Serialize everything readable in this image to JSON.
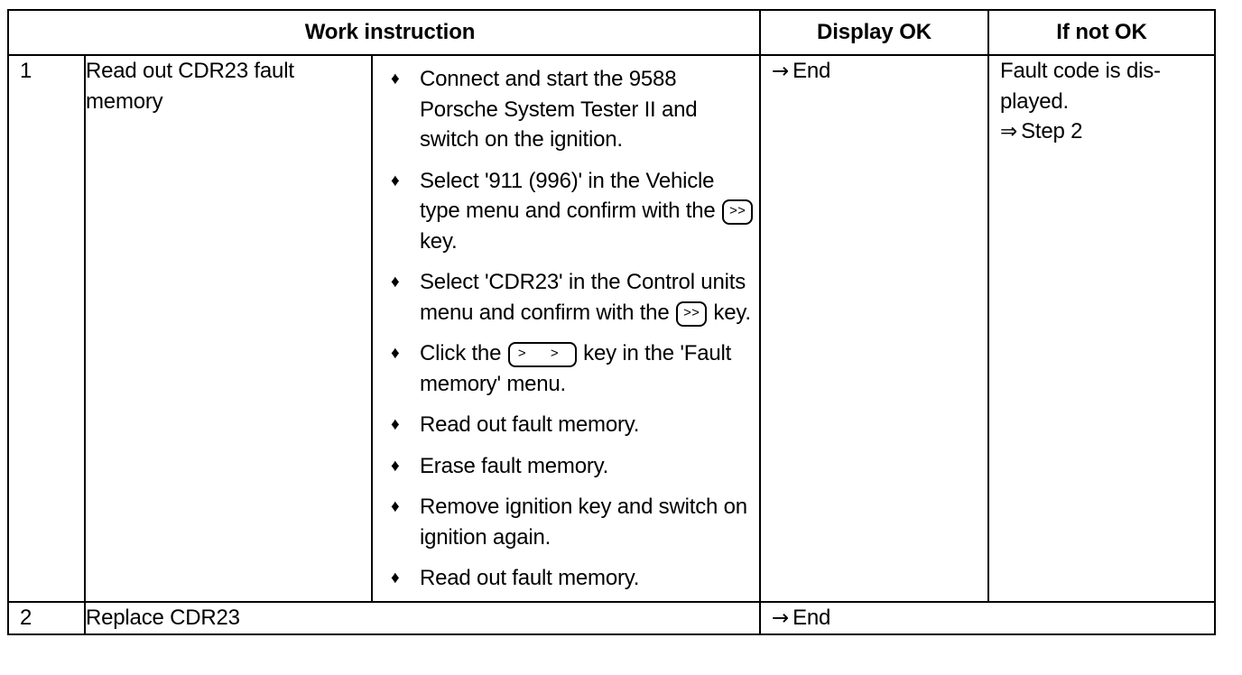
{
  "document": {
    "type": "work-instruction-table",
    "colors": {
      "ink": "#000000",
      "paper": "#ffffff"
    }
  },
  "table": {
    "headers": {
      "work_instruction": "Work instruction",
      "display_ok": "Display OK",
      "if_not_ok": "If not OK"
    },
    "rows": [
      {
        "number": "1",
        "description": "Read out CDR23 fault memory",
        "steps": [
          {
            "parts": [
              {
                "kind": "text",
                "value": "Connect and start the 9588 Porsche System Tester II and switch on the ignition."
              }
            ]
          },
          {
            "parts": [
              {
                "kind": "text",
                "value": "Select '911 (996)' in the Vehicle type menu and confirm with the "
              },
              {
                "kind": "key",
                "value": ">>",
                "style": "narrow"
              },
              {
                "kind": "text",
                "value": " key."
              }
            ]
          },
          {
            "parts": [
              {
                "kind": "text",
                "value": "Select 'CDR23' in the Control units menu and confirm with the "
              },
              {
                "kind": "key",
                "value": ">>",
                "style": "narrow"
              },
              {
                "kind": "text",
                "value": " key."
              }
            ]
          },
          {
            "parts": [
              {
                "kind": "text",
                "value": "Click the "
              },
              {
                "kind": "key",
                "value": ">  >",
                "style": "wide"
              },
              {
                "kind": "text",
                "value": " key in the 'Fault memory' menu."
              }
            ]
          },
          {
            "parts": [
              {
                "kind": "text",
                "value": "Read out fault memory."
              }
            ]
          },
          {
            "parts": [
              {
                "kind": "text",
                "value": "Erase fault memory."
              }
            ]
          },
          {
            "parts": [
              {
                "kind": "text",
                "value": "Remove ignition key and switch on ignition again."
              }
            ]
          },
          {
            "parts": [
              {
                "kind": "text",
                "value": "Read out fault memory."
              }
            ]
          }
        ],
        "display_ok": {
          "arrow": "→",
          "label": "End"
        },
        "if_not_ok": {
          "line1": "Fault code is dis-",
          "line2": "played.",
          "arrow": "⇒",
          "label": "Step 2"
        }
      },
      {
        "number": "2",
        "description": "Replace CDR23",
        "display_ok": {
          "arrow": "→",
          "label": "End"
        }
      }
    ],
    "bullet_glyph": "♦"
  }
}
